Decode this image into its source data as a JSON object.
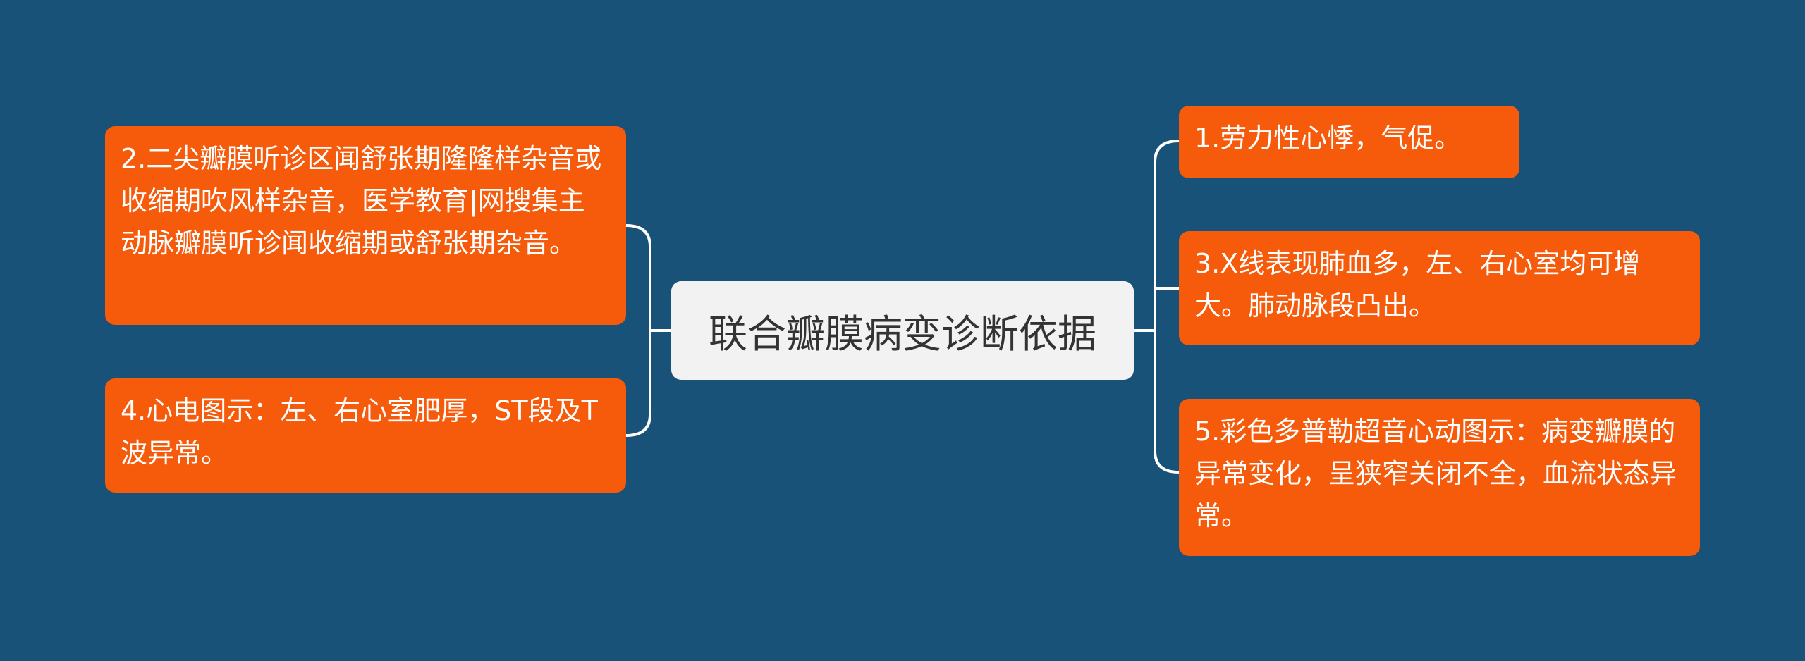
{
  "colors": {
    "background": "#185278",
    "node": "#f65a0b",
    "center": "#f2f2f2",
    "link": "#ffffff"
  },
  "center": {
    "text": "联合瓣膜病变诊断依据"
  },
  "left_nodes": [
    {
      "text": "2.二尖瓣膜听诊区闻舒张期隆隆样杂音或收缩期吹风样杂音，医学教育|网搜集主动脉瓣膜听诊闻收缩期或舒张期杂音。"
    },
    {
      "text": "4.心电图示：左、右心室肥厚，ST段及T波异常。"
    }
  ],
  "right_nodes": [
    {
      "text": "1.劳力性心悸，气促。"
    },
    {
      "text": "3.X线表现肺血多，左、右心室均可增大。肺动脉段凸出。"
    },
    {
      "text": "5.彩色多普勒超音心动图示：病变瓣膜的异常变化，呈狭窄关闭不全，血流状态异常。"
    }
  ]
}
